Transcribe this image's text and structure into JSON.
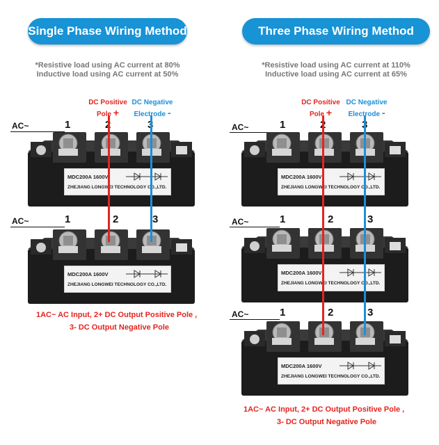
{
  "single": {
    "title": "Single Phase Wiring Method",
    "note_line1": "*Resistive load using AC current at 80%",
    "note_line2": "Inductive load using AC current at 50%",
    "dc_positive_line1": "DC Positive",
    "dc_positive_line2": "Pole",
    "dc_negative_line1": "DC Negative",
    "dc_negative_line2": "Electrode",
    "caption_line1": "1AC~ AC Input, 2+ DC Output Positive Pole ,",
    "caption_line2": "3-  DC Output Negative Pole"
  },
  "three": {
    "title": "Three Phase Wiring Method",
    "note_line1": "*Resistive load using AC current at 110%",
    "note_line2": "Inductive load using AC current at 65%",
    "dc_positive_line1": "DC Positive",
    "dc_positive_line2": "Pole",
    "dc_negative_line1": "DC Negative",
    "dc_negative_line2": "Electrode",
    "caption_line1": "1AC~ AC Input, 2+ DC Output Positive Pole ,",
    "caption_line2": "3-  DC Output Negative Pole"
  },
  "symbols": {
    "plus": "+",
    "minus": "-"
  },
  "terminal_labels": {
    "ac": "AC~",
    "t1": "1",
    "t2": "2",
    "t3": "3"
  },
  "module_label": {
    "model": "MDC200A 1600V",
    "manufacturer": "ZHEJIANG LONGWEI TECHNOLOGY CO.,LTD."
  },
  "colors": {
    "title_pill": "#1793d6",
    "positive": "#e4241f",
    "negative": "#1b8fd9"
  }
}
